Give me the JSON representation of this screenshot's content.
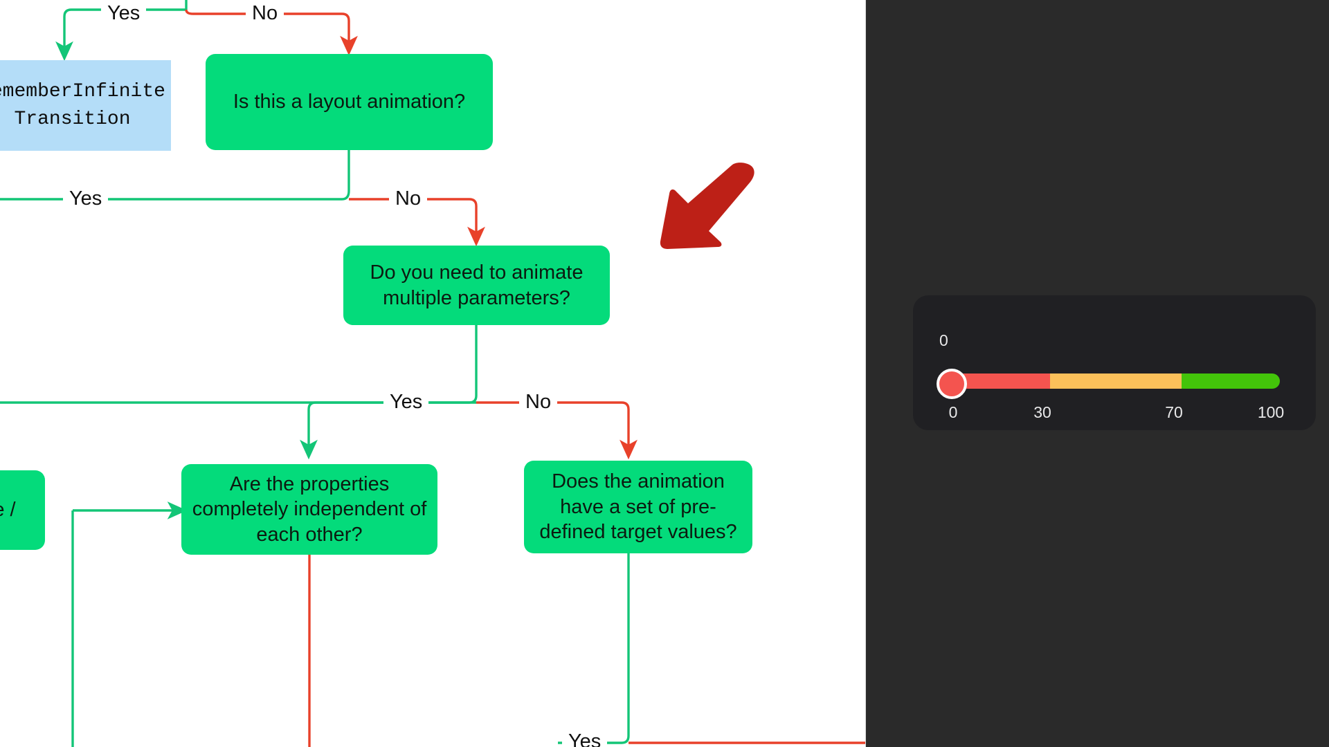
{
  "flowchart": {
    "nodes": [
      {
        "id": "remember-infinite-transition",
        "type": "terminal",
        "label": "rememberInfinite\nTransition",
        "truncated_left": true
      },
      {
        "id": "layout-animation",
        "type": "decision",
        "label": "Is this a layout animation?"
      },
      {
        "id": "multiple-parameters",
        "type": "decision",
        "label": "Do you need to animate multiple parameters?"
      },
      {
        "id": "properties-independent",
        "type": "decision",
        "label": "Are the properties completely independent of each other?"
      },
      {
        "id": "predefined-target-values",
        "type": "decision",
        "label": "Does the animation have a set of pre-defined target values?",
        "truncated_right": true
      },
      {
        "id": "partial-left-node",
        "type": "decision",
        "label": "e /",
        "truncated_left": true
      }
    ],
    "edge_labels": [
      {
        "id": "edge-yes-top",
        "text": "Yes"
      },
      {
        "id": "edge-no-top",
        "text": "No"
      },
      {
        "id": "edge-yes-layout",
        "text": "Yes"
      },
      {
        "id": "edge-no-layout",
        "text": "No"
      },
      {
        "id": "edge-yes-params",
        "text": "Yes"
      },
      {
        "id": "edge-no-params",
        "text": "No"
      },
      {
        "id": "edge-yes-bottom",
        "text": "Yes"
      }
    ],
    "colors": {
      "decision_fill": "#04db7b",
      "terminal_fill": "#b4ddf8",
      "yes_edge": "#13c577",
      "no_edge": "#e8412a",
      "annotation_arrow": "#bd2017",
      "canvas_background": "#ffffff"
    }
  },
  "side_panel": {
    "background": "#2a2a2a",
    "slider": {
      "name": "value-slider",
      "current_value": "0",
      "min": 0,
      "max": 100,
      "tick_labels": [
        "0",
        "30",
        "70",
        "100"
      ],
      "tick_values": [
        0,
        30,
        70,
        100
      ],
      "segments": [
        {
          "name": "low",
          "from": 0,
          "to": 30,
          "color": "#f4544f"
        },
        {
          "name": "mid",
          "from": 30,
          "to": 70,
          "color": "#fbc05a"
        },
        {
          "name": "high",
          "from": 70,
          "to": 100,
          "color": "#43c40a"
        }
      ],
      "thumb_color": "#f4544f",
      "card_background": "#202023"
    }
  }
}
